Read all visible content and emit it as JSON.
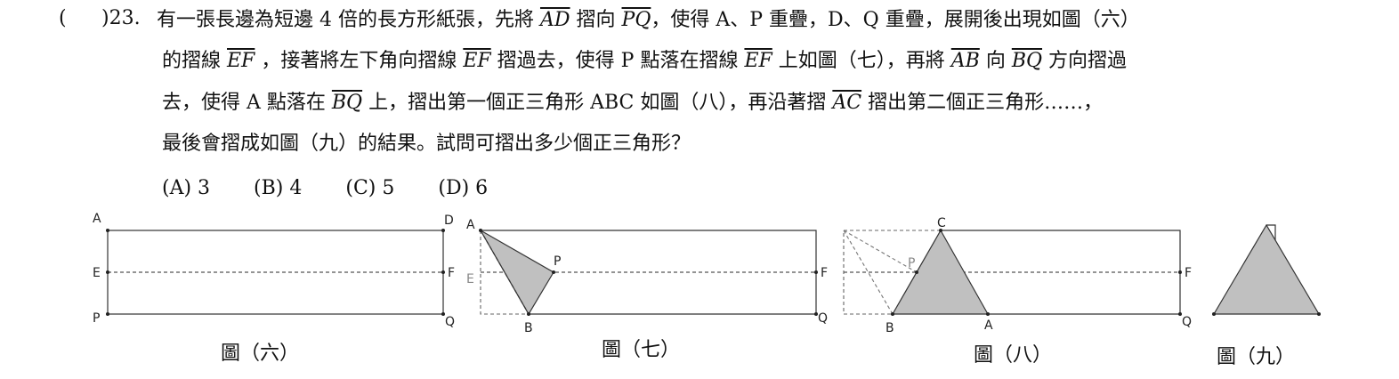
{
  "question": {
    "paren": "(",
    "close_paren_number": ")23.",
    "line1": [
      {
        "t": "有一張長邊為短邊 4 倍的長方形紙張，先將 "
      },
      {
        "t": "AD",
        "ov": true
      },
      {
        "t": " 摺向 "
      },
      {
        "t": "PQ",
        "ov": true
      },
      {
        "t": "，使得 A、P 重疊，D、Q 重疊，展開後出現如圖（六）"
      }
    ],
    "line2": [
      {
        "t": "的摺線 "
      },
      {
        "t": "EF",
        "ov": true
      },
      {
        "t": " ，接著將左下角向摺線 "
      },
      {
        "t": "EF",
        "ov": true
      },
      {
        "t": " 摺過去，使得 P 點落在摺線 "
      },
      {
        "t": "EF",
        "ov": true
      },
      {
        "t": " 上如圖（七），再將 "
      },
      {
        "t": "AB",
        "ov": true
      },
      {
        "t": " 向 "
      },
      {
        "t": "BQ",
        "ov": true
      },
      {
        "t": " 方向摺過"
      }
    ],
    "line3": [
      {
        "t": "去，使得 A 點落在 "
      },
      {
        "t": "BQ",
        "ov": true
      },
      {
        "t": " 上，摺出第一個正三角形 ABC 如圖（八），再沿著摺 "
      },
      {
        "t": "AC",
        "ov": true
      },
      {
        "t": " 摺出第二個正三角形……，"
      }
    ],
    "line4": "最後會摺成如圖（九）的結果。試問可摺出多少個正三角形？",
    "options": [
      "(A) 3",
      "(B) 4",
      "(C) 5",
      "(D) 6"
    ]
  },
  "figures": {
    "fig6": {
      "caption": "圖（六）",
      "labels": {
        "A": "A",
        "D": "D",
        "E": "E",
        "F": "F",
        "P": "P",
        "Q": "Q"
      }
    },
    "fig7": {
      "caption": "圖（七）",
      "labels": {
        "A": "A",
        "E": "E",
        "P": "P",
        "F": "F",
        "B": "B",
        "Q": "Q"
      }
    },
    "fig8": {
      "caption": "圖（八）",
      "labels": {
        "C": "C",
        "P": "P",
        "F": "F",
        "B": "B",
        "A": "A",
        "Q": "Q"
      }
    },
    "fig9": {
      "caption": "圖（九）"
    }
  },
  "colors": {
    "fill": "#c0c0c0",
    "stroke": "#333333",
    "dash": "#555555"
  }
}
